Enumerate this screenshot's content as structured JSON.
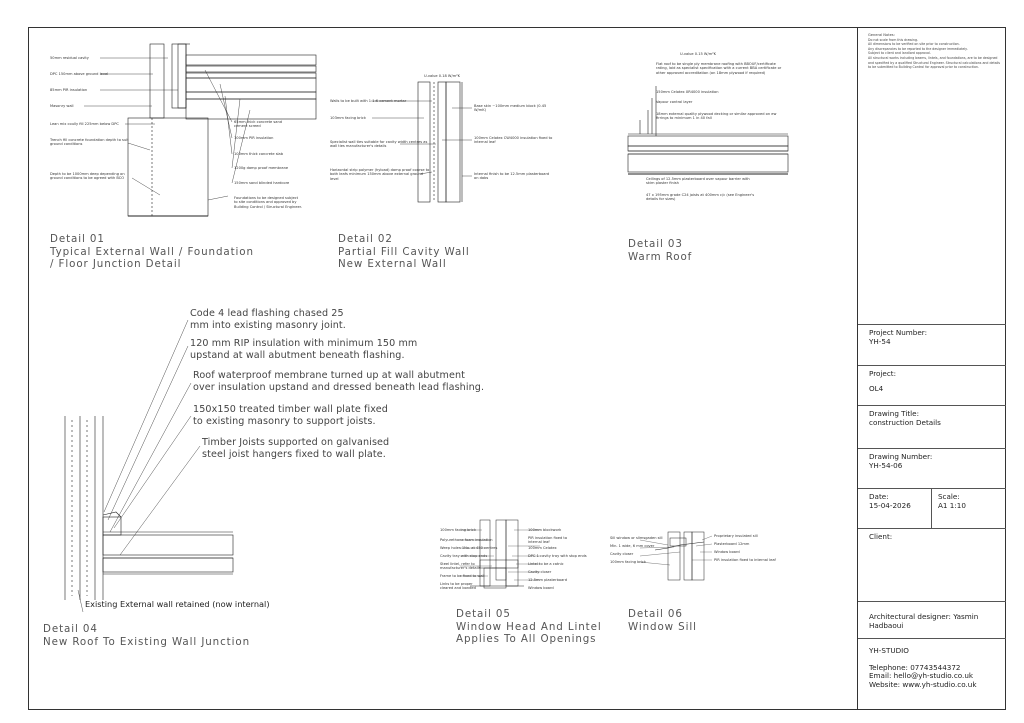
{
  "details": [
    {
      "caption": "Detail 01\nTypical External Wall / Foundation\n/ Floor Junction Detail",
      "notes_left": [
        "50mm residual cavity",
        "DPC 150mm above ground level",
        "85mm PIR insulation",
        "Masonry wall",
        "Lean mix coully fill 225mm below DPC",
        "Trench fill concrete foundation depth to suit ground conditions",
        "Depth to be 1000mm deep depending on ground conditions to be agreed with BCO"
      ],
      "notes_right": [
        "65mm thick concrete sand cement screed",
        "100mm PIR insulation",
        "100mm thick concrete slab",
        "1200g damp proof membrane",
        "150mm sand blinded hardcore",
        "Foundations to be designed subject to site conditions and approved by Building Control / Structural Engineer."
      ]
    },
    {
      "caption": "Detail 02\nPartial Fill Cavity Wall\nNew External Wall",
      "uvalue": "U-value 0.18 W/m²K",
      "notes_left": [
        "Walls to be built with 1:1:6 cement mortar",
        "103mm facing brick",
        "Specialist wall ties suitable for cavity width centres as wall ties manufacturer's details",
        "Horizontal strip polymer (hyload) damp proof course to both leafs minimum 150mm above external ground level"
      ],
      "notes_right": [
        "Base skin ~100mm medium block (0.45 W/mK)",
        "100mm Celotex CW4000 insulation fixed to internal leaf",
        "Internal finish to be 12.5mm plasterboard on dabs"
      ]
    },
    {
      "caption": "Detail 03\nWarm Roof",
      "uvalue": "U-value 0.15 W/m²K",
      "notes": [
        "Flat roof to be single ply membrane roofing with BBOUF/certificate rating, laid as specialist specification with a current BBA certificate or other approved accreditation (on 18mm plywood if required)",
        "150mm Celotex XR4000 insulation",
        "Vapour control layer",
        "18mm external quality plywood decking or similar approved on ew firrings to minimum 1 in 40 fall"
      ],
      "notes_below": [
        "Ceilings of 12.5mm plasterboard over vapour barrier with skim plaster finish",
        "47 x 195mm grade C24 joists at 400mm c/c (see Engineer's details for sizes)"
      ]
    },
    {
      "caption": "Detail 04\nNew Roof To Existing Wall Junction",
      "notes": [
        "Code 4 lead flashing chased 25\nmm into existing masonry joint.",
        "120 mm RIP insulation with minimum 150 mm\nupstand at wall abutment beneath flashing.",
        "Roof waterproof membrane turned up at wall abutment\nover insulation upstand and dressed beneath lead flashing.",
        "150x150 treated timber wall plate fixed\nto existing masonry to support joists.",
        "Timber Joists supported on galvanised\nsteel joist hangers fixed to wall plate."
      ],
      "bottom_note": "Existing External wall retained (now internal)"
    },
    {
      "caption": "Detail 05\nWindow Head And Lintel\nApplies To All Openings",
      "notes_left": [
        "100mm facing brick",
        "Polyurethane foam insulation",
        "Weep holes 1No. at 450 centres",
        "Cavity tray with stop ends",
        "Steel lintel, refer to manufacturer's details",
        "Frame to be fixed to wall",
        "Links to be proper cleared and bonded"
      ],
      "notes_right": [
        "100mm blockwork",
        "PIR insulation fixed to internal leaf",
        "100mm Celotex",
        "DPC 1 cavity tray with stop ends",
        "Lintel to be a catnic",
        "Cavity closer",
        "12.5mm plasterboard",
        "Window board"
      ]
    },
    {
      "caption": "Detail 06\nWindow Sill",
      "notes_left": [
        "Sill window or slimsgaden sill",
        "Min. 1 wide, 6 mm cover",
        "Cavity closer",
        "100mm facing brick"
      ],
      "notes_right": [
        "Proprietary insulated sill",
        "Plasterboard 12mm",
        "Window board",
        "PIR insulation fixed to internal leaf"
      ]
    }
  ],
  "title_block": {
    "general_notes_heading": "General Notes:",
    "general_notes": [
      "Do not scale from this drawing.",
      "All dimensions to be verified on site prior to construction.",
      "Any discrepancies to be reported to the designer immediately.",
      "Subject to client and landlord approval.",
      "All structural works including beams, lintels, and foundations, are to be designed and specified by a qualified Structural Engineer. Structural calculations and details to be submitted to Building Control for approval prior to construction."
    ],
    "project_number_label": "Project Number:",
    "project_number": "YH-54",
    "project_label": "Project:",
    "project": "OL4",
    "drawing_title_label": "Drawing Title:",
    "drawing_title": "construction Details",
    "drawing_number_label": "Drawing Number:",
    "drawing_number": "YH-54-06",
    "date_label": "Date:",
    "date": "15-04-2026",
    "scale_label": "Scale:",
    "scale": "A1 1:10",
    "client_label": "Client:",
    "client": "",
    "designer_line": "Architectural designer: Yasmin Hadbaoui",
    "studio": "YH-STUDIO",
    "telephone": "Telephone: 07743544372",
    "email": "Email: hello@yh-studio.co.uk",
    "website": "Website: www.yh-studio.co.uk"
  }
}
